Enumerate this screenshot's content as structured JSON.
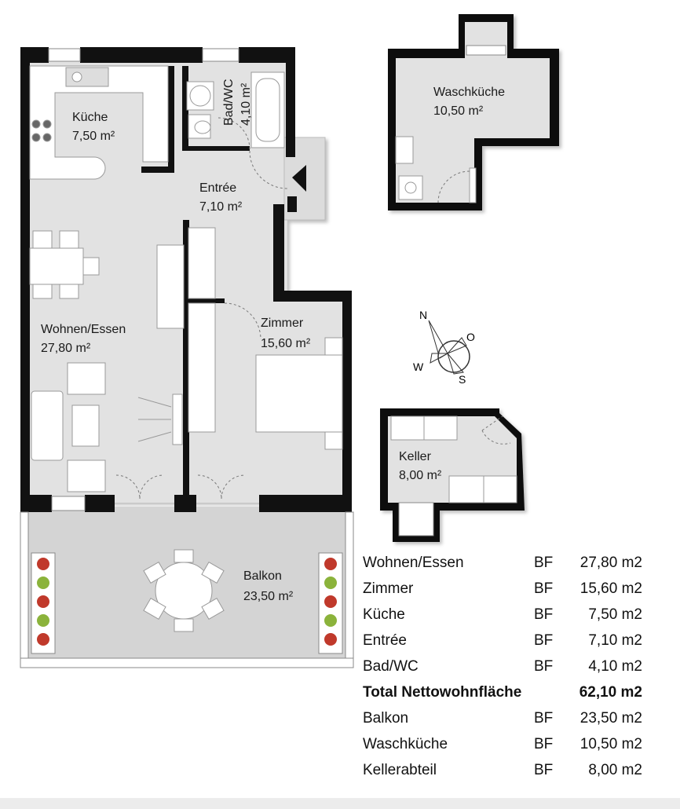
{
  "rooms": {
    "kueche": {
      "name": "Küche",
      "area": "7,50 m²"
    },
    "bad": {
      "name": "Bad/WC",
      "area": "4,10 m²"
    },
    "entree": {
      "name": "Entrée",
      "area": "7,10 m²"
    },
    "wohnen": {
      "name": "Wohnen/Essen",
      "area": "27,80 m²"
    },
    "zimmer": {
      "name": "Zimmer",
      "area": "15,60 m²"
    },
    "balkon": {
      "name": "Balkon",
      "area": "23,50 m²"
    },
    "waschkueche": {
      "name": "Waschküche",
      "area": "10,50 m²"
    },
    "keller": {
      "name": "Keller",
      "area": "8,00 m²"
    }
  },
  "compass": {
    "n": "N",
    "o": "O",
    "s": "S",
    "w": "W"
  },
  "area_table": [
    {
      "name": "Wohnen/Essen",
      "code": "BF",
      "value": "27,80 m2",
      "bold": false
    },
    {
      "name": "Zimmer",
      "code": "BF",
      "value": "15,60 m2",
      "bold": false
    },
    {
      "name": "Küche",
      "code": "BF",
      "value": "7,50 m2",
      "bold": false
    },
    {
      "name": "Entrée",
      "code": "BF",
      "value": "7,10 m2",
      "bold": false
    },
    {
      "name": "Bad/WC",
      "code": "BF",
      "value": "4,10 m2",
      "bold": false
    },
    {
      "name": "Total Nettowohnfläche",
      "code": "",
      "value": "62,10 m2",
      "bold": true
    },
    {
      "name": "Balkon",
      "code": "BF",
      "value": "23,50 m2",
      "bold": false
    },
    {
      "name": "Waschküche",
      "code": "BF",
      "value": "10,50 m2",
      "bold": false
    },
    {
      "name": "Kellerabteil",
      "code": "BF",
      "value": "8,00 m2",
      "bold": false
    }
  ],
  "colors": {
    "wall": "#111111",
    "floor": "#e2e2e2",
    "balcony": "#d4d4d4",
    "furniture": "#ffffff"
  }
}
